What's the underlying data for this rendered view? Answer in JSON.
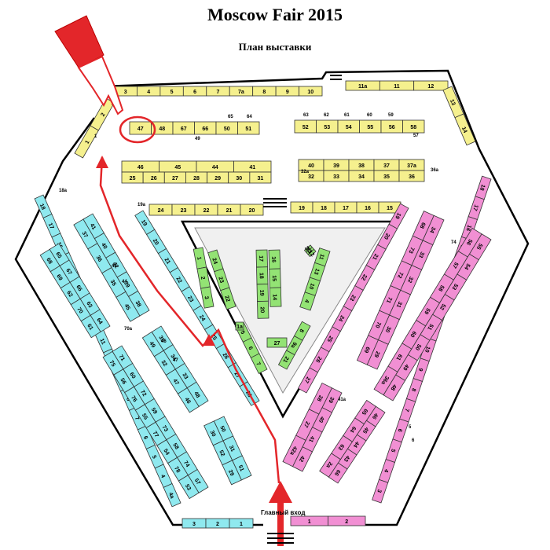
{
  "title": "Moscow Fair 2015",
  "subtitle": "План выставки",
  "entrance_label": "Главный вход",
  "colors": {
    "yellow": "#f5f08e",
    "cyan": "#8fe9ef",
    "pink": "#f18fd3",
    "green": "#93e374",
    "route": "#e3262a"
  },
  "icons": [
    "pointing-hand-icon",
    "entrance-arrow-icon",
    "route-arrow-icon"
  ],
  "rows": {
    "top_north": [
      "3",
      "4",
      "5",
      "6",
      "7",
      "7a",
      "8",
      "9",
      "10"
    ],
    "top_north_right": [
      "11a",
      "11",
      "12"
    ],
    "top_left_pair": [
      "47",
      "48",
      "67",
      "66",
      "50",
      "51"
    ],
    "top_right_pair": [
      "52",
      "53",
      "54",
      "55",
      "56",
      "58"
    ],
    "mid_left_top": [
      "46",
      "45",
      "44",
      "41"
    ],
    "mid_left_bottom": [
      "25",
      "26",
      "27",
      "28",
      "29",
      "30",
      "31"
    ],
    "mid_right_top": [
      "40",
      "39",
      "38",
      "37",
      "37a"
    ],
    "mid_right_bottom": [
      "32",
      "33",
      "34",
      "35",
      "36"
    ],
    "yellow_inner": [
      "24",
      "23",
      "22",
      "21",
      "20",
      "19",
      "18",
      "17",
      "16",
      "15"
    ],
    "left_diag_cyan": [
      "18",
      "17",
      "16",
      "15",
      "14",
      "13",
      "12",
      "11",
      "10",
      "9",
      "8",
      "7",
      "6",
      "5",
      "4",
      "4a"
    ],
    "bottom_cyan": [
      "3",
      "2",
      "1"
    ],
    "bottom_pink": [
      "1",
      "2"
    ],
    "right_diag_pink": [
      "18",
      "17",
      "16",
      "15",
      "14",
      "13",
      "12",
      "11",
      "10",
      "9",
      "8",
      "7",
      "6",
      "5",
      "4",
      "3"
    ],
    "inner_left_cyan": [
      "19",
      "20",
      "21",
      "22",
      "23",
      "24",
      "25",
      "26",
      "27",
      "28"
    ],
    "inner_right_pink": [
      "19",
      "20",
      "21",
      "22",
      "23",
      "24",
      "25",
      "26",
      "27"
    ],
    "cyan_block_a": [
      "65",
      "67",
      "66",
      "63",
      "64",
      "68",
      "69",
      "62",
      "70",
      "61"
    ],
    "cyan_block_b": [
      "41",
      "40",
      "42",
      "39",
      "38",
      "37",
      "36",
      "35",
      "45"
    ],
    "cyan_block_c": [
      "35",
      "34",
      "33",
      "48",
      "49",
      "32",
      "47",
      "46"
    ],
    "cyan_block_d": [
      "71",
      "60",
      "72",
      "59",
      "73",
      "58",
      "74",
      "57",
      "75",
      "56",
      "76",
      "55",
      "77",
      "54",
      "78",
      "53"
    ],
    "cyan_block_e": [
      "50",
      "31",
      "51",
      "30",
      "52",
      "29"
    ],
    "pink_block_a": [
      "34",
      "33",
      "32",
      "31",
      "30",
      "29",
      "68",
      "73",
      "72",
      "71",
      "70",
      "69"
    ],
    "pink_block_b": [
      "55",
      "54",
      "53",
      "52",
      "51",
      "50",
      "49",
      "48",
      "56",
      "57",
      "58",
      "59",
      "60",
      "61",
      "36a"
    ],
    "pink_block_c": [
      "39",
      "40",
      "41",
      "42",
      "28",
      "27",
      "42a"
    ],
    "pink_block_d": [
      "46",
      "45",
      "44",
      "43",
      "66",
      "65",
      "64",
      "63",
      "2a"
    ],
    "green_center": [
      "1",
      "2",
      "3",
      "24",
      "23",
      "22",
      "17",
      "18",
      "19",
      "20",
      "16",
      "15",
      "14",
      "25",
      "13a",
      "12",
      "11",
      "13",
      "10",
      "4",
      "5",
      "6",
      "7",
      "8",
      "9a",
      "21",
      "27",
      "1a"
    ]
  },
  "side_labels": {
    "label_1": "1",
    "label_2": "2",
    "label_18a": "18a",
    "label_19a": "19a",
    "label_36a": "36a",
    "label_32a": "32a",
    "label_70a": "70a",
    "label_74": "74",
    "label_49": "49",
    "label_57": "57",
    "label_43": "43",
    "label_44": "44",
    "label_47": "47",
    "label_46": "46",
    "label_41a": "41a",
    "label_5": "5",
    "label_6": "6",
    "label_65": "65",
    "label_64": "64",
    "label_63": "63",
    "label_62": "62",
    "label_61": "61",
    "label_60": "60",
    "label_59": "59"
  }
}
